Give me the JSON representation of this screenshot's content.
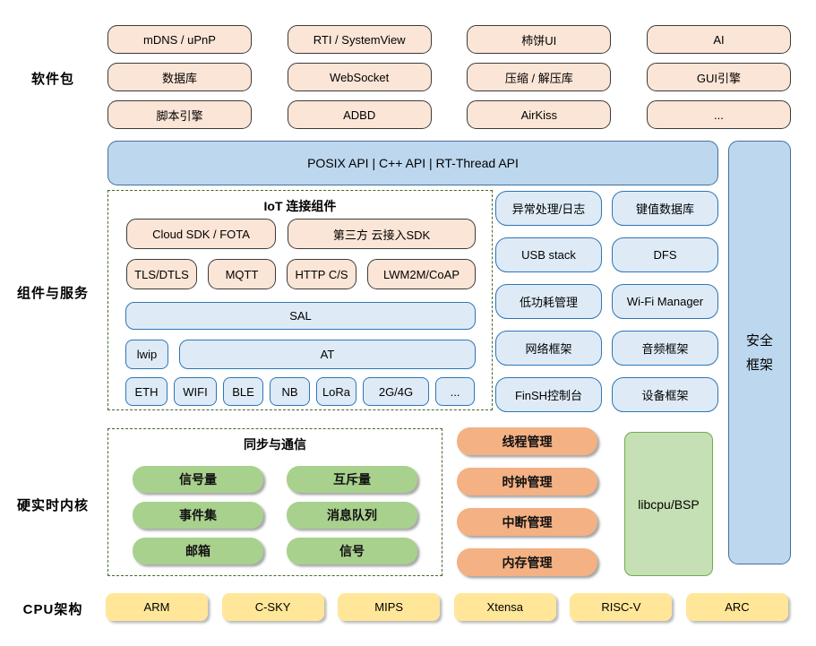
{
  "section_labels": {
    "packages": "软件包",
    "components": "组件与服务",
    "kernel": "硬实时内核",
    "cpu": "CPU架构"
  },
  "packages": {
    "rows": [
      [
        "mDNS / uPnP",
        "RTI / SystemView",
        "柿饼UI",
        "AI"
      ],
      [
        "数据库",
        "WebSocket",
        "压缩 / 解压库",
        "GUI引擎"
      ],
      [
        "脚本引擎",
        "ADBD",
        "AirKiss",
        "..."
      ]
    ]
  },
  "api_bar": {
    "label": "POSIX API  |  C++ API  |  RT-Thread API"
  },
  "iot": {
    "title": "IoT 连接组件",
    "cloud_sdk": "Cloud SDK / FOTA",
    "third_party_sdk": "第三方 云接入SDK",
    "protocols": [
      "TLS/DTLS",
      "MQTT",
      "HTTP C/S",
      "LWM2M/CoAP"
    ],
    "sal": "SAL",
    "lwip": "lwip",
    "at": "AT",
    "phy": [
      "ETH",
      "WIFI",
      "BLE",
      "NB",
      "LoRa",
      "2G/4G",
      "..."
    ]
  },
  "services": {
    "rows": [
      [
        "异常处理/日志",
        "键值数据库"
      ],
      [
        "USB stack",
        "DFS"
      ],
      [
        "低功耗管理",
        "Wi-Fi Manager"
      ],
      [
        "网络框架",
        "音频框架"
      ],
      [
        "FinSH控制台",
        "设备框架"
      ]
    ]
  },
  "security": {
    "line1": "安全",
    "line2": "框架"
  },
  "kernel": {
    "sync_title": "同步与通信",
    "sync_rows": [
      [
        "信号量",
        "互斥量"
      ],
      [
        "事件集",
        "消息队列"
      ],
      [
        "邮箱",
        "信号"
      ]
    ],
    "managers": [
      "线程管理",
      "时钟管理",
      "中断管理",
      "内存管理"
    ],
    "libcpu": "libcpu/BSP"
  },
  "cpu_architectures": [
    "ARM",
    "C-SKY",
    "MIPS",
    "Xtensa",
    "RISC-V",
    "ARC"
  ],
  "colors": {
    "peach_fill": "#FBE5D6",
    "peach_border": "#3B3B3B",
    "api_bar_fill": "#BDD7EE",
    "api_bar_border": "#41719C",
    "component_fill": "#DEEBF7",
    "component_border": "#2E75B6",
    "green_pill": "#A9D18E",
    "libcpu_fill": "#C5E0B4",
    "libcpu_border": "#70AD47",
    "orange_pill": "#F4B183",
    "yellow_fill": "#FFE699",
    "dashed_border": "#44682C"
  }
}
